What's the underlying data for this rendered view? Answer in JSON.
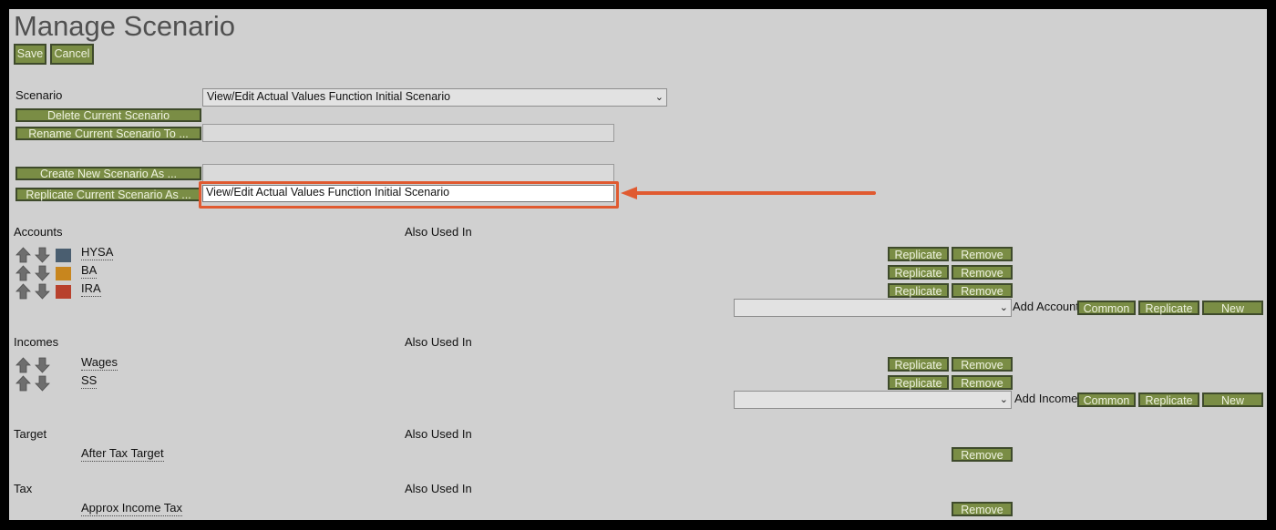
{
  "page": {
    "title": "Manage Scenario",
    "save_label": "Save",
    "cancel_label": "Cancel"
  },
  "scenario": {
    "label": "Scenario",
    "selected": "View/Edit Actual Values Function Initial Scenario",
    "delete_label": "Delete Current Scenario",
    "rename_label": "Rename Current Scenario To ...",
    "rename_value": "",
    "create_label": "Create New Scenario As ...",
    "create_value": "",
    "replicate_label": "Replicate Current Scenario As ...",
    "replicate_value": "View/Edit Actual Values Function Initial Scenario"
  },
  "accounts": {
    "heading": "Accounts",
    "also_used_in": "Also Used In",
    "items": [
      {
        "name": "HYSA",
        "color": "#4a5e70",
        "replicate": "Replicate",
        "remove": "Remove"
      },
      {
        "name": "BA",
        "color": "#c8861e",
        "replicate": "Replicate",
        "remove": "Remove"
      },
      {
        "name": "IRA",
        "color": "#b8412d",
        "replicate": "Replicate",
        "remove": "Remove"
      }
    ],
    "add_label": "Add Account",
    "add_selected": "",
    "common": "Common",
    "replicate": "Replicate",
    "new": "New"
  },
  "incomes": {
    "heading": "Incomes",
    "also_used_in": "Also Used In",
    "items": [
      {
        "name": "Wages",
        "replicate": "Replicate",
        "remove": "Remove"
      },
      {
        "name": "SS",
        "replicate": "Replicate",
        "remove": "Remove"
      }
    ],
    "add_label": "Add Income",
    "add_selected": "",
    "common": "Common",
    "replicate": "Replicate",
    "new": "New"
  },
  "target": {
    "heading": "Target",
    "also_used_in": "Also Used In",
    "item": "After Tax Target",
    "remove": "Remove"
  },
  "tax": {
    "heading": "Tax",
    "also_used_in": "Also Used In",
    "item": "Approx Income Tax",
    "remove": "Remove"
  },
  "colors": {
    "button_bg": "#7a8d45",
    "highlight": "#e05a30"
  },
  "icons": [
    "move-up-arrow-icon",
    "move-down-arrow-icon",
    "chevron-down-icon",
    "callout-arrow-icon"
  ]
}
